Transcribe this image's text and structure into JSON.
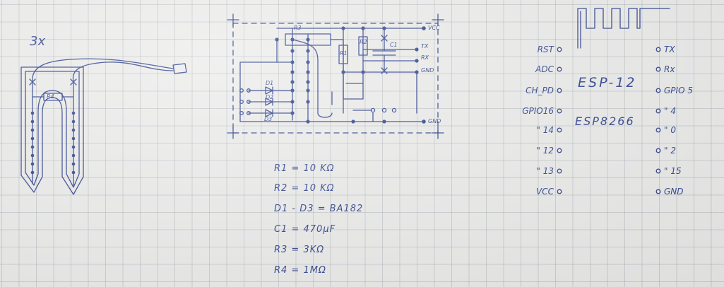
{
  "sensor": {
    "count_label": "3x",
    "resistor_label": "R4"
  },
  "schematic": {
    "labels": {
      "r3": "R3",
      "r1": "R1",
      "r2": "R2",
      "c1": "C1",
      "d1": "D1",
      "d2": "D2",
      "d3": "D3",
      "vcc": "VCC",
      "tx": "TX",
      "rx": "RX",
      "gnd": "GND",
      "gnd2": "GND"
    }
  },
  "parts_list": [
    "R1 = 10 KΩ",
    "R2 = 10 KΩ",
    "D1 - D3 = BA182",
    "C1 = 470µF",
    "R3 = 3KΩ",
    "R4 = 1MΩ"
  ],
  "module": {
    "title": "ESP-12",
    "subtitle": "ESP8266",
    "left_pins": [
      "RST",
      "ADC",
      "CH_PD",
      "GPIO16",
      "\" 14",
      "\" 12",
      "\" 13",
      "VCC"
    ],
    "right_pins": [
      "TX",
      "Rx",
      "GPIO 5",
      "\"   4",
      "\"   0",
      "\"   2",
      "\"   15",
      "GND"
    ]
  }
}
